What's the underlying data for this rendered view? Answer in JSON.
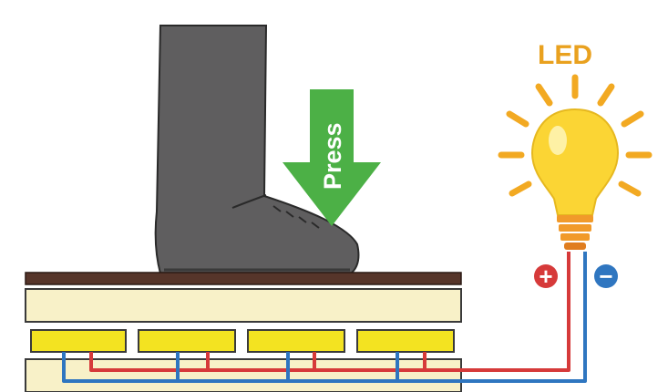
{
  "labels": {
    "led": "LED",
    "press": "Press",
    "positive": "+",
    "negative": "−"
  },
  "icons": {
    "foot": "boot-icon",
    "arrow": "down-arrow-icon",
    "bulb": "light-bulb-icon",
    "rays": "light-rays-icon"
  },
  "colors": {
    "boot": "#5f5e5f",
    "arrow": "#4cb046",
    "led_text": "#e9a11f",
    "rays": "#f2a922",
    "bulb": "#fbd534",
    "bulb_base": "#f19a2a",
    "floor_top": "#56352a",
    "slab": "#f8f1c8",
    "piezo": "#f3e321",
    "wire_positive": "#d63a3a",
    "wire_negative": "#2f76c0",
    "badge_positive": "#d63a3a",
    "badge_negative": "#2f76c0"
  },
  "components": {
    "piezo_elements": 4
  }
}
